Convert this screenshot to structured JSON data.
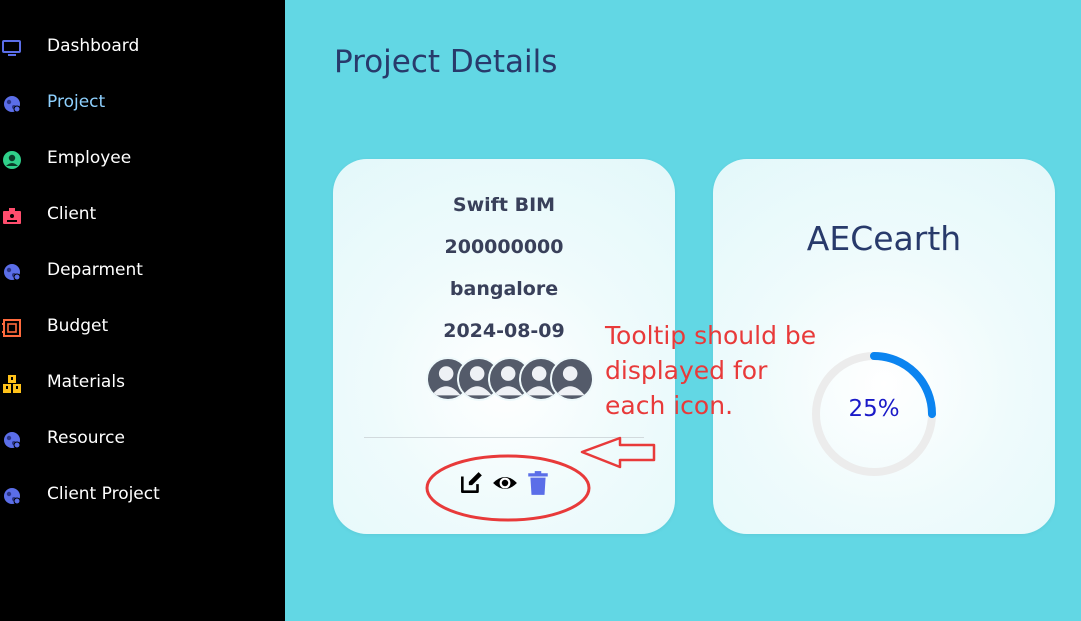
{
  "sidebar": {
    "items": [
      {
        "label": "Dashboard",
        "icon": "monitor-icon",
        "color": "#5b6ee8"
      },
      {
        "label": "Project",
        "icon": "globe-icon",
        "color": "#5b6ee8",
        "active": true
      },
      {
        "label": "Employee",
        "icon": "user-circle-icon",
        "color": "#2fd18a"
      },
      {
        "label": "Client",
        "icon": "id-badge-icon",
        "color": "#ff4d6d"
      },
      {
        "label": "Deparment",
        "icon": "globe-icon",
        "color": "#5b6ee8"
      },
      {
        "label": "Budget",
        "icon": "ledger-icon",
        "color": "#ff6a3d"
      },
      {
        "label": "Materials",
        "icon": "crates-icon",
        "color": "#ffc21a"
      },
      {
        "label": "Resource",
        "icon": "globe-icon",
        "color": "#5b6ee8"
      },
      {
        "label": "Client Project",
        "icon": "globe-icon",
        "color": "#5b6ee8"
      }
    ]
  },
  "main": {
    "title": "Project Details",
    "project_card": {
      "name": "Swift BIM",
      "budget": "200000000",
      "location": "bangalore",
      "date": "2024-08-09",
      "avatar_count": 5,
      "actions": [
        {
          "icon": "edit-icon",
          "color": "#000000"
        },
        {
          "icon": "eye-icon",
          "color": "#000000"
        },
        {
          "icon": "trash-icon",
          "color": "#5b6ee8"
        }
      ]
    },
    "progress_card": {
      "client": "AECearth",
      "progress_label": "25%",
      "progress": 0.25,
      "track_color": "#ececec",
      "fill_color": "#0b84f0"
    }
  },
  "annotation": {
    "note": "Tooltip should be displayed for each icon.",
    "note_lines": [
      "Tooltip should be",
      "displayed for",
      "each icon."
    ],
    "color": "#e83a3a"
  }
}
